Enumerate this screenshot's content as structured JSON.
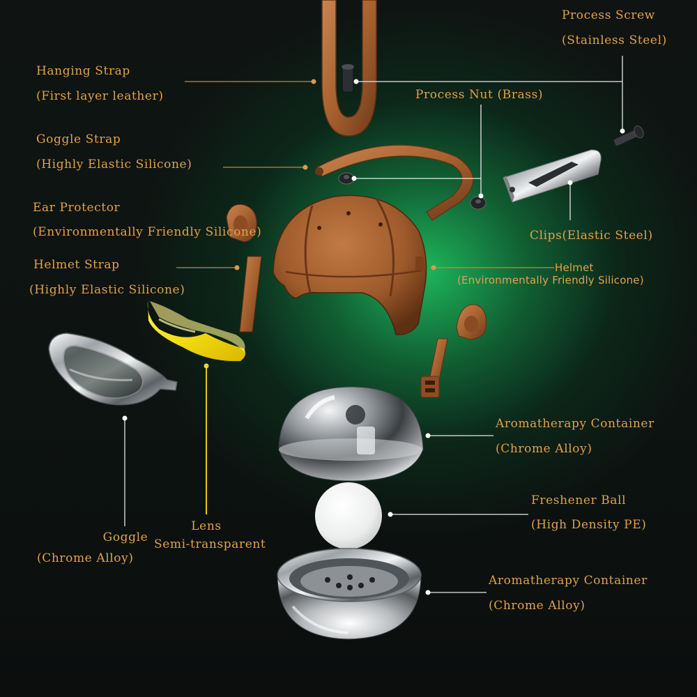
{
  "colors": {
    "label_gold": "#e3a14a",
    "label_yellow": "#f3d21a",
    "leader_gold": "#c6863c",
    "leader_white": "#e8e8e8",
    "leader_yellow": "#e9c61c",
    "glow_green": "#1ebe5f",
    "leather": "#a86436",
    "chrome": "#c9cbcd",
    "lens": "#f5e51d"
  },
  "labels": {
    "process_screw": {
      "name": "Process Screw",
      "material": "(Stainless Steel)"
    },
    "hanging_strap": {
      "name": "Hanging Strap",
      "material": "(First layer leather)"
    },
    "process_nut": {
      "name": "Process Nut (Brass)"
    },
    "goggle_strap": {
      "name": "Goggle Strap",
      "material": "(Highly Elastic Silicone)"
    },
    "ear_protector": {
      "name": "Ear Protector",
      "material": "(Environmentally Friendly Silicone)"
    },
    "clips": {
      "name": "Clips(Elastic Steel)"
    },
    "helmet_strap": {
      "name": "Helmet Strap",
      "material": "(Highly Elastic Silicone)"
    },
    "helmet": {
      "name": "Helmet",
      "material": "(Environmentally Friendly Silicone)"
    },
    "aroma_top": {
      "name": "Aromatherapy Container",
      "material": "(Chrome Alloy)"
    },
    "freshener_ball": {
      "name": "Freshener Ball",
      "material": "(High Density PE)"
    },
    "aroma_bottom": {
      "name": "Aromatherapy Container",
      "material": "(Chrome Alloy)"
    },
    "lens": {
      "name": "Lens",
      "material": "Semi-transparent"
    },
    "goggle": {
      "name": "Goggle",
      "material": "(Chrome Alloy)"
    }
  },
  "icons": [
    "hanging-strap-icon",
    "process-screw-icon",
    "process-nut-icon",
    "goggle-strap-icon",
    "clip-icon",
    "ear-protector-icon",
    "helmet-icon",
    "helmet-strap-icon",
    "lens-icon",
    "goggle-icon",
    "aroma-container-top-icon",
    "freshener-ball-icon",
    "aroma-container-bottom-icon"
  ]
}
